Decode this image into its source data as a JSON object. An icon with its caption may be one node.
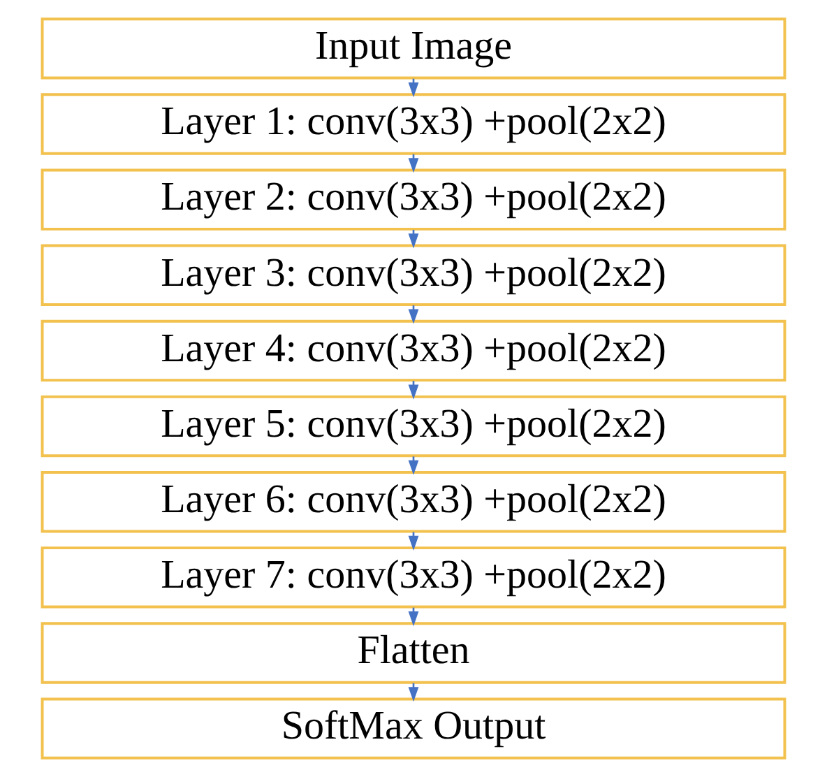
{
  "diagram": {
    "nodes": [
      {
        "text": [
          "Input Image"
        ]
      },
      {
        "text": [
          "Layer 1: conv(3x3) +pool(2x2)"
        ]
      },
      {
        "text": [
          "Layer 2: conv(3x3) +pool(2x2)"
        ]
      },
      {
        "text": [
          "Layer 3: conv(3x3) +pool(2x2)"
        ]
      },
      {
        "text": [
          "Layer 4: conv(3x3) +pool(2x2)"
        ]
      },
      {
        "text": [
          "Layer 5: conv(3x3) +pool(2x2)"
        ]
      },
      {
        "text": [
          "Layer 6: conv(3x3) +pool(2x2)"
        ]
      },
      {
        "text": [
          "Layer 7: conv(3x3) +pool(2x2)"
        ]
      },
      {
        "text": [
          "Flatten"
        ]
      },
      {
        "text": [
          "SoftMax Output"
        ]
      }
    ],
    "edges": [
      {
        "from": 0,
        "to": 1,
        "arrow": "to"
      },
      {
        "from": 1,
        "to": 2,
        "arrow": "to"
      },
      {
        "from": 2,
        "to": 3,
        "arrow": "to"
      },
      {
        "from": 3,
        "to": 4,
        "arrow": "to"
      },
      {
        "from": 4,
        "to": 5,
        "arrow": "to"
      },
      {
        "from": 5,
        "to": 6,
        "arrow": "to"
      },
      {
        "from": 6,
        "to": 7,
        "arrow": "to"
      },
      {
        "from": 7,
        "to": 8,
        "arrow": "to"
      },
      {
        "from": 8,
        "to": 9,
        "arrow": "to"
      }
    ]
  }
}
